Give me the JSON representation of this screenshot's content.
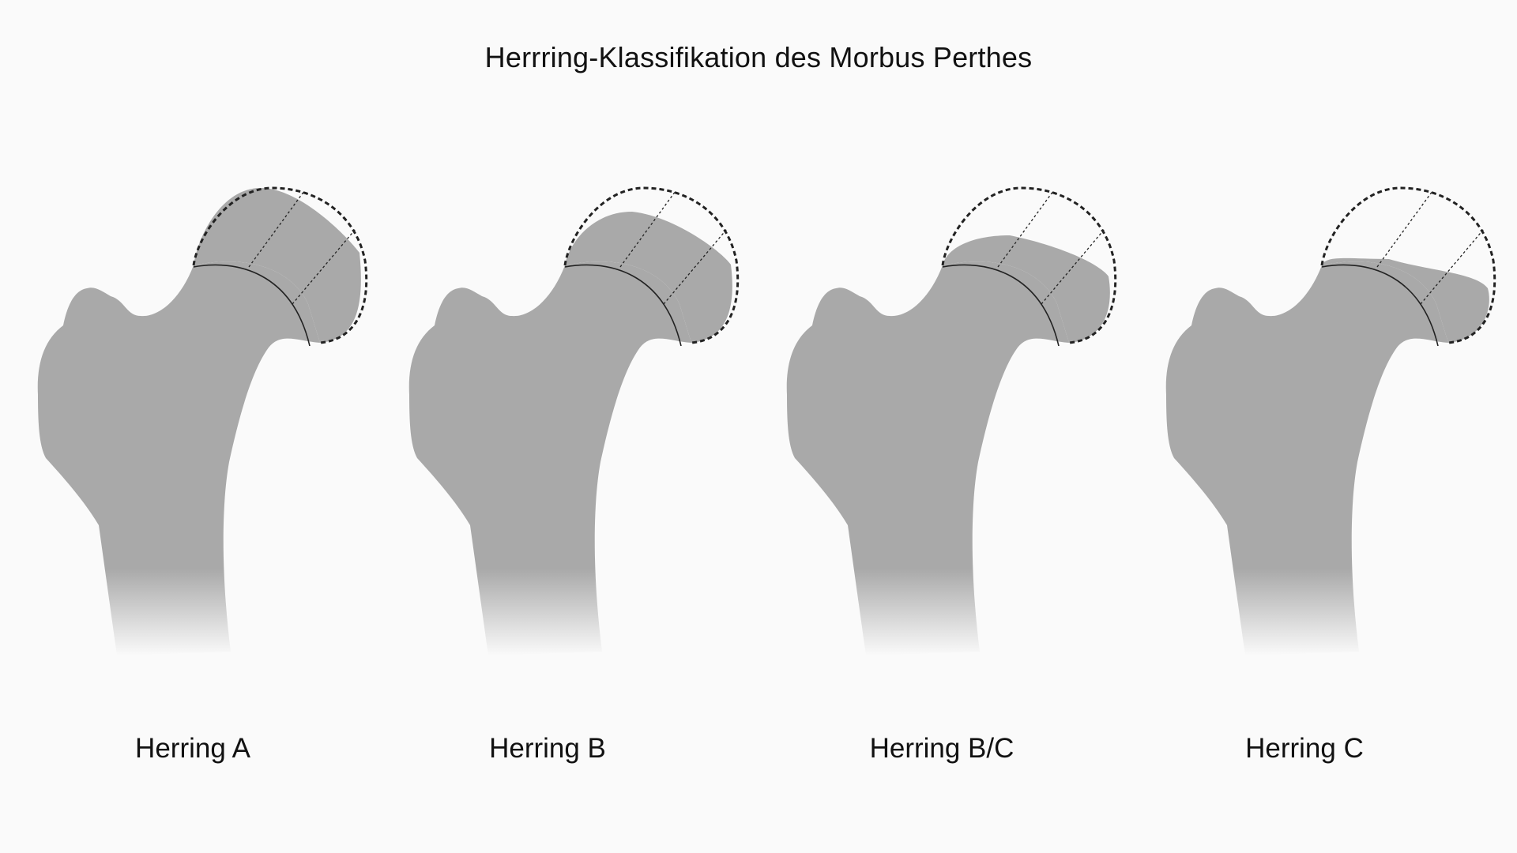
{
  "title": "Herrring-Klassifikation des Morbus Perthes",
  "colors": {
    "background": "#fafafa",
    "bone": "#a9a9a9",
    "outline": "#222222"
  },
  "panels": [
    {
      "label": "Herring A",
      "head_collapse": 0.0
    },
    {
      "label": "Herring B",
      "head_collapse": 0.25
    },
    {
      "label": "Herring B/C",
      "head_collapse": 0.5
    },
    {
      "label": "Herring C",
      "head_collapse": 0.75
    }
  ]
}
